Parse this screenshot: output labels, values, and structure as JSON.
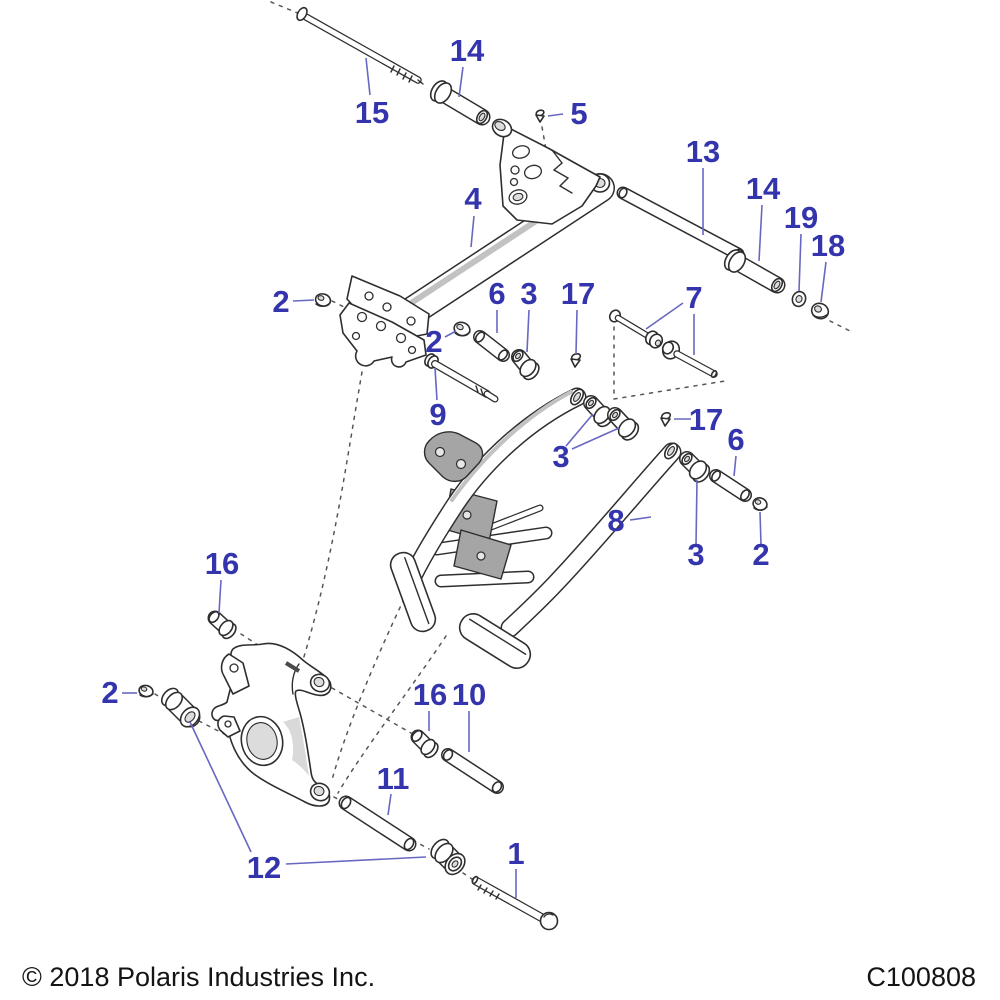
{
  "figure": {
    "kind": "exploded-parts-diagram",
    "distinct_part_numbers": [
      "1",
      "2",
      "3",
      "4",
      "5",
      "6",
      "7",
      "8",
      "9",
      "10",
      "11",
      "12",
      "13",
      "14",
      "15",
      "16",
      "17",
      "18",
      "19"
    ]
  },
  "colors": {
    "background": "#ffffff",
    "callout_blue": "#3434ac",
    "leader_blue": "#6868c2",
    "line_dark": "#2e2e2e",
    "shade_gray": "#c2c2c2",
    "bracket_gray": "#a5a5a5"
  },
  "callouts": [
    {
      "label": "14"
    },
    {
      "label": "15"
    },
    {
      "label": "5"
    },
    {
      "label": "13"
    },
    {
      "label": "4"
    },
    {
      "label": "14"
    },
    {
      "label": "19"
    },
    {
      "label": "18"
    },
    {
      "label": "2"
    },
    {
      "label": "6"
    },
    {
      "label": "3"
    },
    {
      "label": "17"
    },
    {
      "label": "7"
    },
    {
      "label": "2"
    },
    {
      "label": "9"
    },
    {
      "label": "17"
    },
    {
      "label": "6"
    },
    {
      "label": "3"
    },
    {
      "label": "8"
    },
    {
      "label": "3"
    },
    {
      "label": "2"
    },
    {
      "label": "16"
    },
    {
      "label": "2"
    },
    {
      "label": "16"
    },
    {
      "label": "10"
    },
    {
      "label": "11"
    },
    {
      "label": "12"
    },
    {
      "label": "1"
    }
  ],
  "footer": {
    "copyright": "© 2018 Polaris Industries Inc.",
    "figure_code": "C100808"
  }
}
